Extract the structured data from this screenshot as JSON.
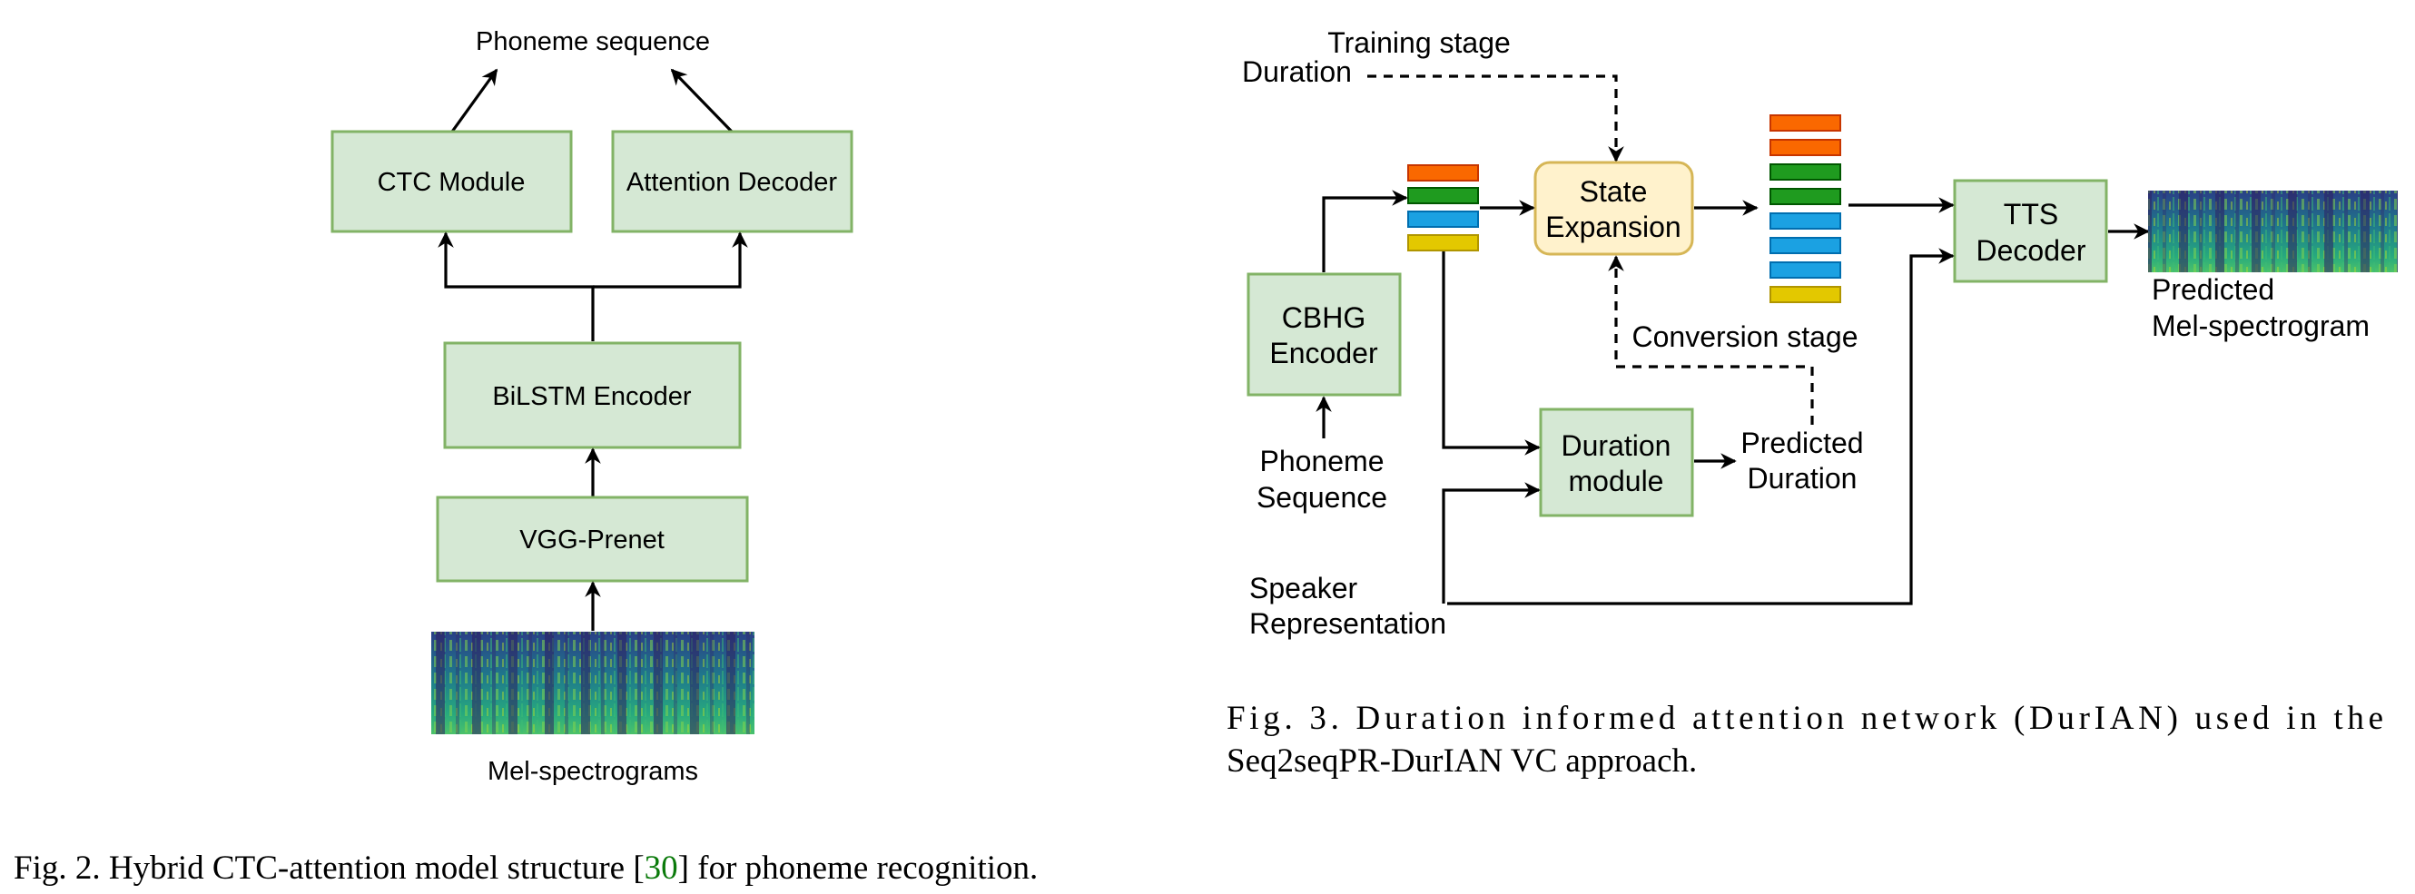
{
  "fig2": {
    "output_label": "Phoneme sequence",
    "ctc_module": "CTC Module",
    "attention_decoder": "Attention Decoder",
    "bilstm_encoder": "BiLSTM Encoder",
    "vgg_prenet": "VGG-Prenet",
    "input_label": "Mel-spectrograms",
    "caption_pre": "Fig. 2.  Hybrid CTC-attention model structure [",
    "caption_ref": "30",
    "caption_post": "] for phoneme recognition."
  },
  "fig3": {
    "training_stage": "Training stage",
    "duration": "Duration",
    "state_expansion_line1": "State",
    "state_expansion_line2": "Expansion",
    "tts_decoder_line1": "TTS",
    "tts_decoder_line2": "Decoder",
    "cbhg_encoder_line1": "CBHG",
    "cbhg_encoder_line2": "Encoder",
    "conversion_stage": "Conversion stage",
    "duration_module_line1": "Duration",
    "duration_module_line2": "module",
    "predicted_duration_line1": "Predicted",
    "predicted_duration_line2": "Duration",
    "phoneme_sequence_line1": "Phoneme",
    "phoneme_sequence_line2": "Sequence",
    "speaker_representation_line1": "Speaker",
    "speaker_representation_line2": "Representation",
    "predicted_mel_line1": "Predicted",
    "predicted_mel_line2": "Mel-spectrogram",
    "caption_line1": "Fig. 3.   Duration informed attention network (DurIAN) used in the",
    "caption_line2": "Seq2seqPR-DurIAN VC approach."
  },
  "colors": {
    "box_fill_green": "#d5e8d4",
    "box_stroke_green": "#82b366",
    "box_fill_yellow": "#fff2cc",
    "box_stroke_yellow": "#d6b656",
    "orange": "#fa6800",
    "green": "#1f9b1f",
    "blue": "#1ba1e2",
    "yellow": "#e3c800",
    "reference_link": "#0a7a0a"
  }
}
